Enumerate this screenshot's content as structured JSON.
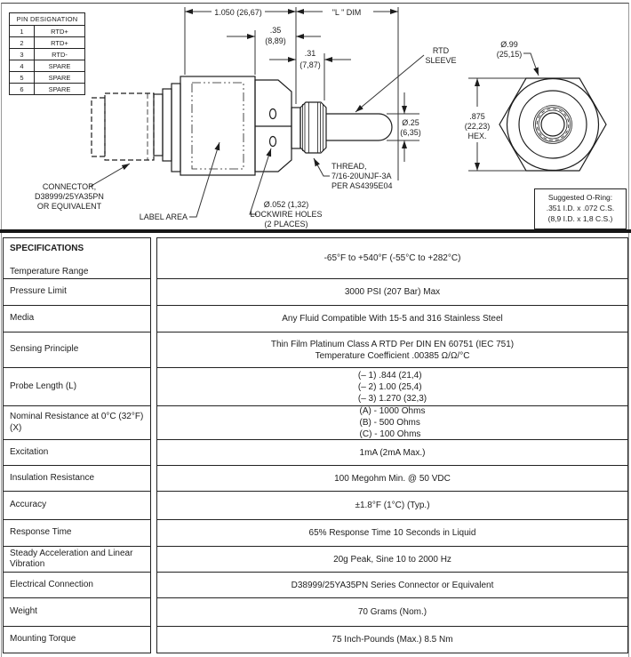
{
  "colors": {
    "line": "#1d1d1d",
    "divider": "#161616",
    "background": "#ffffff"
  },
  "pin_table": {
    "title": "PIN DESIGNATION",
    "rows": [
      [
        "1",
        "RTD+"
      ],
      [
        "2",
        "RTD+"
      ],
      [
        "3",
        "RTD-"
      ],
      [
        "4",
        "SPARE"
      ],
      [
        "5",
        "SPARE"
      ],
      [
        "6",
        "SPARE"
      ]
    ]
  },
  "drawing": {
    "dims": {
      "body_length": "1.050 (26,67)",
      "l_dim": "\"L \" DIM",
      "d35_in": ".35",
      "d35_mm": "(8,89)",
      "d31_in": ".31",
      "d31_mm": "(7,87)",
      "probe_dia_in": "Ø.25",
      "probe_dia_mm": "(6,35)",
      "hex_in": ".875",
      "hex_mm": "(22,23)",
      "hex_word": "HEX.",
      "end_dia_in": "Ø.99",
      "end_dia_mm": "(25,15)"
    },
    "labels": {
      "rtd_1": "RTD",
      "rtd_2": "SLEEVE",
      "thread_1": "THREAD,",
      "thread_2": "7/16-20UNJF-3A",
      "thread_3": "PER AS4395E04",
      "connector_1": "CONNECTOR,",
      "connector_2": "D38999/25YA35PN",
      "connector_3": "OR EQUIVALENT",
      "label_area": "LABEL AREA",
      "lockwire_1": "Ø.052 (1,32)",
      "lockwire_2": "LOCKWIRE HOLES",
      "lockwire_3": "(2 PLACES)"
    },
    "oring": {
      "line1": "Suggested O-Ring:",
      "line2": ".351 I.D. x .072 C.S.",
      "line3": "(8,9 I.D. x 1,8 C.S.)"
    }
  },
  "spec_table": {
    "header": "SPECIFICATIONS",
    "rows": [
      {
        "label": "Temperature Range",
        "value": [
          "-65°F to +540°F (-55°C to +282°C)"
        ]
      },
      {
        "label": "Pressure Limit",
        "value": [
          "3000 PSI (207 Bar) Max"
        ]
      },
      {
        "label": "Media",
        "value": [
          "Any Fluid Compatible With 15-5 and 316 Stainless Steel"
        ]
      },
      {
        "label": "Sensing Principle",
        "value": [
          "Thin Film Platinum Class A RTD Per DIN EN 60751 (IEC 751)",
          "Temperature Coefficient .00385 Ω/Ω/°C"
        ]
      },
      {
        "label": "Probe Length (L)",
        "value": [
          "(– 1) .844 (21,4)",
          "(– 2) 1.00 (25,4)",
          "(– 3) 1.270 (32,3)"
        ]
      },
      {
        "label": "Nominal Resistance at 0°C (32°F)(X)",
        "value": [
          "(A) - 1000 Ohms",
          "(B) -  500 Ohms",
          "(C) - 100 Ohms"
        ]
      },
      {
        "label": "Excitation",
        "value": [
          "1mA (2mA Max.)"
        ]
      },
      {
        "label": "Insulation Resistance",
        "value": [
          "100 Megohm Min. @ 50 VDC"
        ]
      },
      {
        "label": "Accuracy",
        "value": [
          "±1.8°F (1°C) (Typ.)"
        ]
      },
      {
        "label": "Response Time",
        "value": [
          "65% Response Time 10 Seconds in Liquid"
        ]
      },
      {
        "label": "Steady Acceleration and Linear Vibration",
        "value": [
          "20g Peak, Sine 10 to 2000 Hz"
        ]
      },
      {
        "label": "Electrical Connection",
        "value": [
          "D38999/25YA35PN Series Connector or Equivalent"
        ]
      },
      {
        "label": "Weight",
        "value": [
          "70 Grams (Nom.)"
        ]
      },
      {
        "label": "Mounting Torque",
        "value": [
          "75 Inch-Pounds (Max.) 8.5 Nm"
        ]
      }
    ]
  }
}
